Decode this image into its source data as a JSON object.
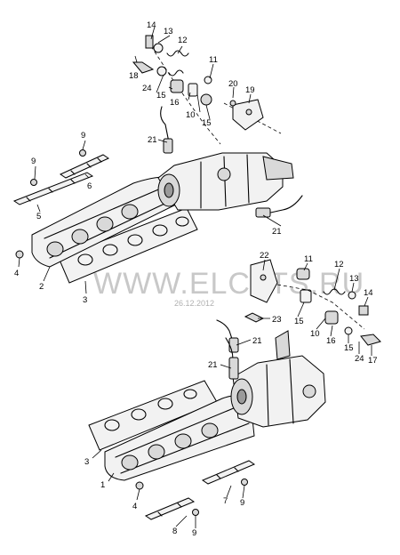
{
  "watermark": {
    "text": "WWW.ELCATS.RU",
    "date": "26.12.2012"
  },
  "callouts": {
    "upper": [
      "14",
      "13",
      "12",
      "18",
      "24",
      "15",
      "16",
      "10",
      "11",
      "20",
      "19",
      "15",
      "9",
      "9",
      "6",
      "5",
      "4",
      "2",
      "3",
      "21",
      "21"
    ],
    "lower": [
      "22",
      "11",
      "12",
      "13",
      "14",
      "15",
      "10",
      "16",
      "15",
      "24",
      "17",
      "23",
      "21",
      "21",
      "3",
      "1",
      "4",
      "7",
      "9",
      "8",
      "9"
    ]
  }
}
